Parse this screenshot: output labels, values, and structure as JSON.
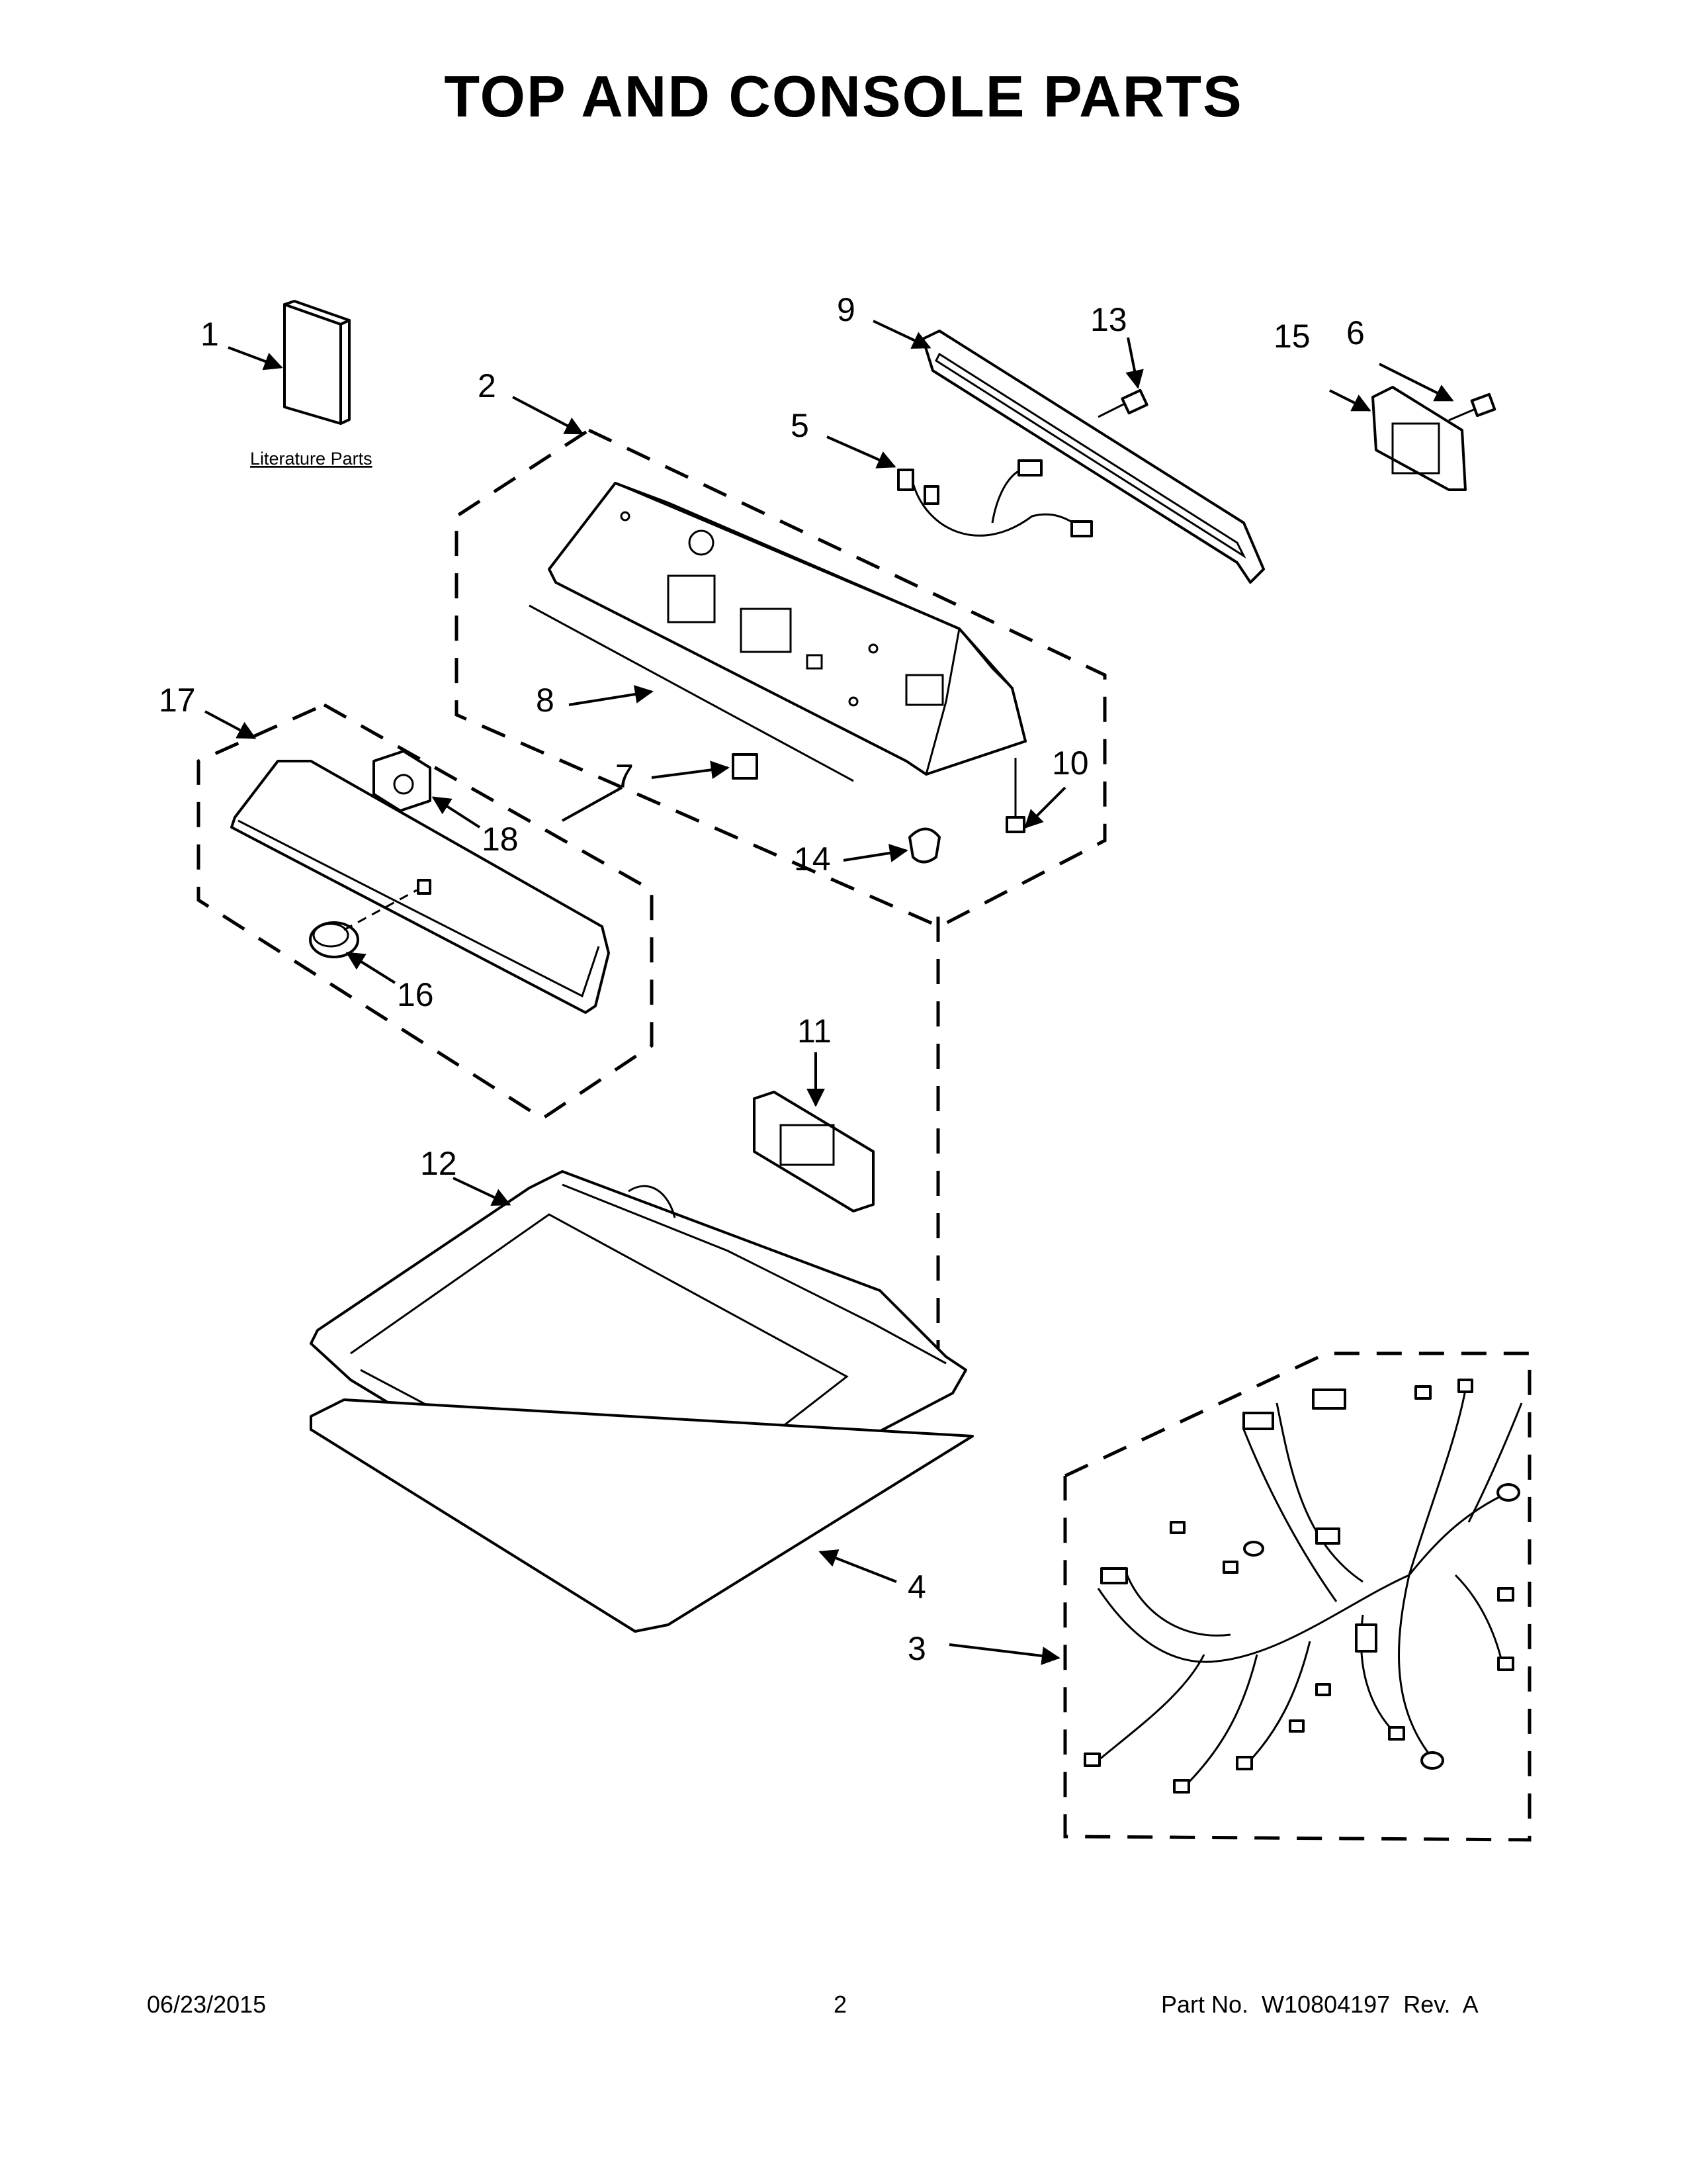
{
  "title": "TOP AND CONSOLE PARTS",
  "literature_label": "Literature Parts",
  "callouts": [
    "1",
    "2",
    "3",
    "4",
    "5",
    "6",
    "7",
    "8",
    "9",
    "10",
    "11",
    "12",
    "13",
    "14",
    "15",
    "16",
    "17",
    "18"
  ],
  "footer": {
    "date": "06/23/2015",
    "page": "2",
    "part_no": "Part No.  W10804197  Rev.  A"
  }
}
